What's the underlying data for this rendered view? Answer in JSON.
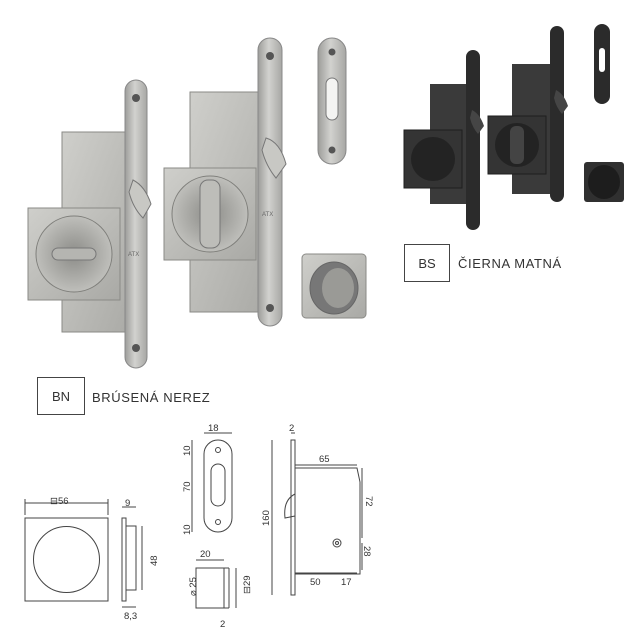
{
  "finishes": [
    {
      "code": "BN",
      "name": "BRÚSENÁ NEREZ"
    },
    {
      "code": "BS",
      "name": "ČIERNA MATNÁ"
    }
  ],
  "brand_mark": "ATX",
  "dimensions": {
    "rosette_width": "⊟56",
    "rosette_depth": "9",
    "rosette_height": "48",
    "rosette_plate": "8,3",
    "strike_width": "18",
    "strike_top": "10",
    "strike_slot": "70",
    "strike_bottom": "10",
    "pull_width": "20",
    "pull_diameter": "⌀ 25",
    "pull_square": "⊟29",
    "pull_flange": "2",
    "lock_faceplate": "2",
    "lock_body_width": "65",
    "lock_height": "160",
    "lock_latch": "72",
    "lock_backset": "50",
    "lock_bolt": "17",
    "lock_spindle": "28"
  },
  "colors": {
    "steel": "#b9b9b6",
    "black": "#2d2d2d",
    "line": "#444444"
  }
}
